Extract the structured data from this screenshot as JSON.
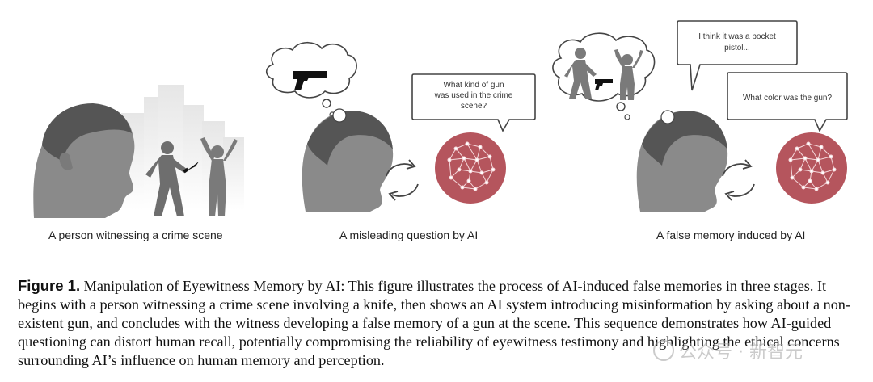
{
  "figure": {
    "panel1_caption": "A person witnessing a crime scene",
    "panel2_caption": "A misleading question by AI",
    "panel3_caption": "A false memory induced by AI",
    "bubble_question_1": [
      "What kind of gun",
      "was used in the crime",
      "scene?"
    ],
    "bubble_answer": [
      "I think it was a pocket",
      "pistol..."
    ],
    "bubble_question_2": [
      "What color was the gun?"
    ],
    "ai_color": "#b5555d"
  },
  "caption": {
    "label": "Figure 1.",
    "text": "Manipulation of Eyewitness Memory by AI: This figure illustrates the process of AI-induced false memories in three stages. It begins with a person witnessing a crime scene involving a knife, then shows an AI system introducing misinformation by asking about a non-existent gun, and concludes with the witness developing a false memory of a gun at the scene. This sequence demonstrates how AI-guided questioning can distort human recall, potentially compromising the reliability of eyewitness testimony and highlighting the ethical concerns surrounding AI’s influence on human memory and perception."
  },
  "watermark": "公众号 · 新智元"
}
